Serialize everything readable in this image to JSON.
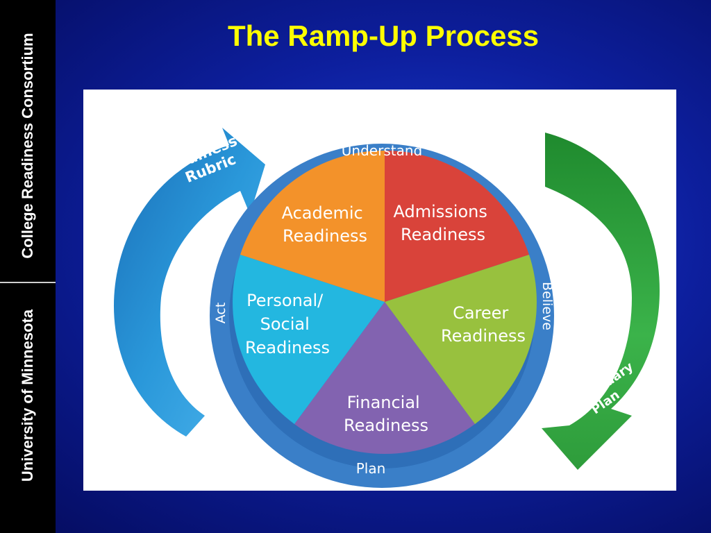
{
  "sidebar": {
    "top_text": "College Readiness Consortium",
    "bottom_text": "University of Minnesota"
  },
  "title": "The Ramp-Up Process",
  "diagram": {
    "ring": {
      "top": "Understand",
      "right": "Believe",
      "bottom": "Plan",
      "left": "Act"
    },
    "segments": {
      "academic": [
        "Academic",
        "Readiness"
      ],
      "admissions": [
        "Admissions",
        "Readiness"
      ],
      "career": [
        "Career",
        "Readiness"
      ],
      "financial": [
        "Financial",
        "Readiness"
      ],
      "personal": [
        "Personal/",
        "Social",
        "Readiness"
      ]
    },
    "left_arrow": [
      "Readiness",
      "Rubric"
    ],
    "right_arrow": [
      "Postsecondary",
      "Plan"
    ],
    "colors": {
      "academic": "#f3922a",
      "admissions": "#d9433a",
      "career": "#98c13e",
      "financial": "#8263b0",
      "personal": "#23b7e0",
      "ring": "#3a7fc8",
      "left_arrow": "#2a90d2",
      "right_arrow": "#2ea43c"
    }
  }
}
